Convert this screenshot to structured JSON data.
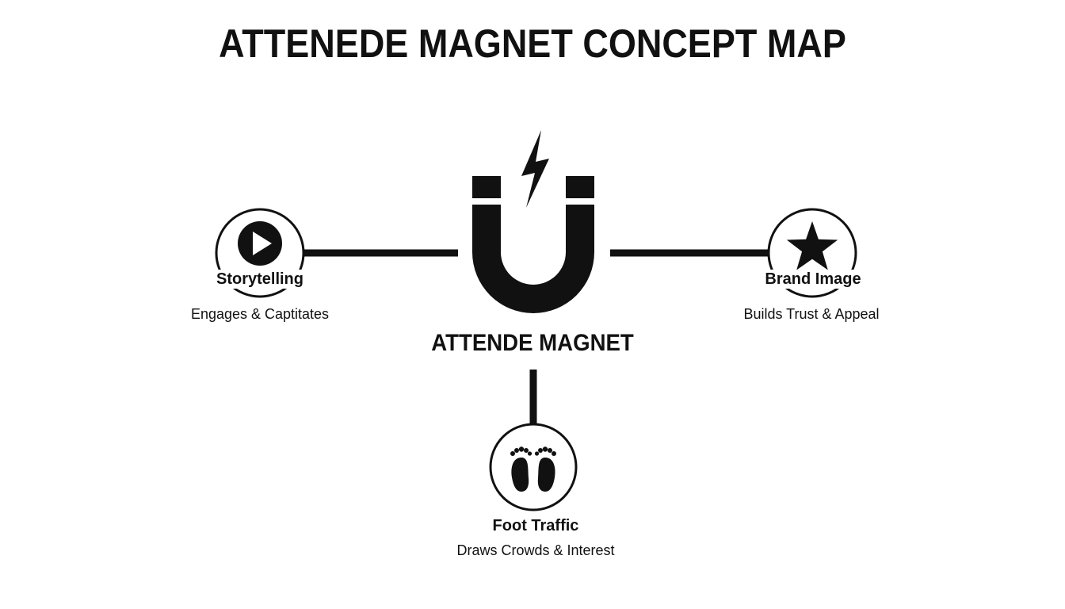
{
  "title": "ATTENEDE MAGNET CONCEPT MAP",
  "center": {
    "label": "ATTENDE MAGNET",
    "icon": "magnet-icon",
    "accent_icon": "lightning-bolt-icon"
  },
  "nodes": [
    {
      "id": "storytelling",
      "title": "Storytelling",
      "subtitle": "Engages & Captitates",
      "icon": "play-button-icon"
    },
    {
      "id": "brand-image",
      "title": "Brand Image",
      "subtitle": "Builds Trust & Appeal",
      "icon": "star-icon"
    },
    {
      "id": "foot-traffic",
      "title": "Foot Traffic",
      "subtitle": "Draws Crowds & Interest",
      "icon": "footprints-icon"
    }
  ],
  "colors": {
    "ink": "#111111",
    "background": "#ffffff"
  }
}
